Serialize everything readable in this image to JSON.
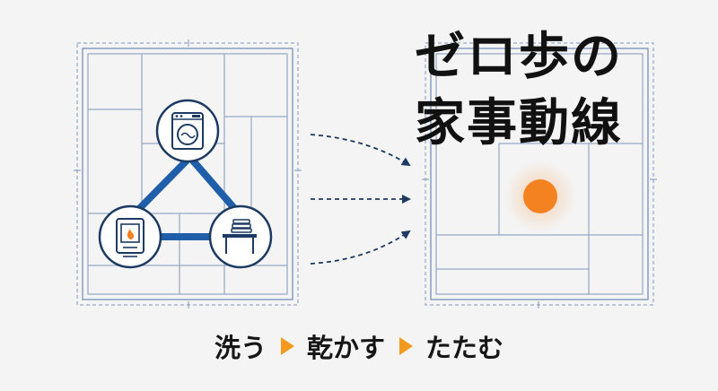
{
  "title": {
    "line1": "ゼロ歩の",
    "line2": "家事動線"
  },
  "steps": [
    {
      "label": "洗う"
    },
    {
      "label": "乾かす"
    },
    {
      "label": "たたむ"
    }
  ],
  "colors": {
    "background": "#f4f4f4",
    "blueprint": "#7f97ba",
    "accent_blue": "#1f5ea8",
    "dark_navy": "#1d3a63",
    "orange": "#f58220",
    "step_arrow": "#f39a1e",
    "text": "#111111"
  },
  "icons": [
    "washing-machine-icon",
    "dryer-icon",
    "folding-table-icon",
    "dashed-curved-arrow-icon",
    "orange-dot-icon",
    "play-triangle-icon"
  ]
}
